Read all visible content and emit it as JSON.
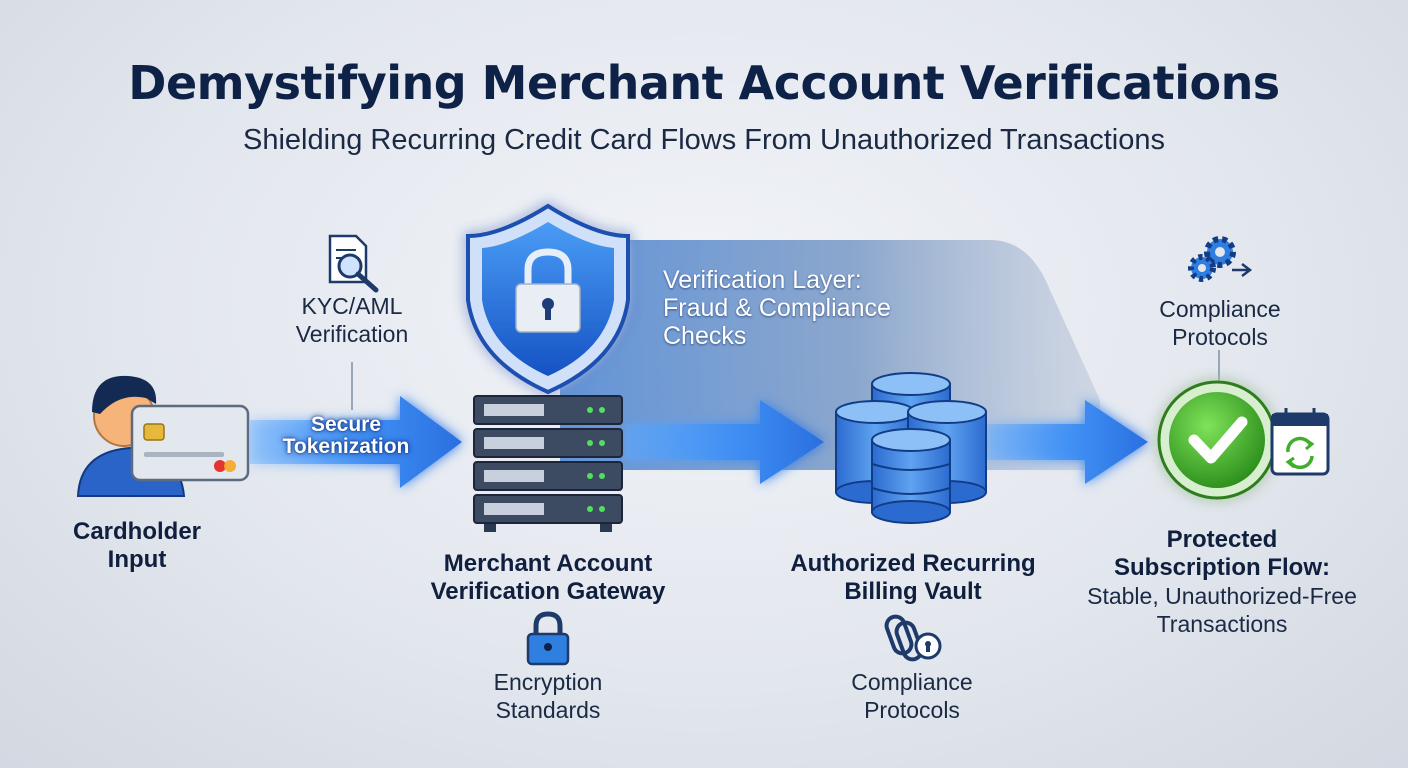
{
  "title": "Demystifying Merchant Account Verifications",
  "subtitle": "Shielding Recurring Credit Card Flows From Unauthorized Transactions",
  "verification_layer": {
    "line1": "Verification Layer:",
    "line2": "Fraud & Compliance",
    "line3": "Checks"
  },
  "kyc": {
    "line1": "KYC/AML",
    "line2": "Verification"
  },
  "tokenization": {
    "line1": "Secure",
    "line2": "Tokenization"
  },
  "cardholder": {
    "line1": "Cardholder",
    "line2": "Input"
  },
  "gateway": {
    "line1": "Merchant Account",
    "line2": "Verification Gateway"
  },
  "encryption": {
    "line1": "Encryption",
    "line2": "Standards"
  },
  "vault": {
    "line1": "Authorized Recurring",
    "line2": "Billing Vault"
  },
  "vault_compliance": {
    "line1": "Compliance",
    "line2": "Protocols"
  },
  "top_compliance": {
    "line1": "Compliance",
    "line2": "Protocols"
  },
  "protected": {
    "line1": "Protected",
    "line2": "Subscription Flow:",
    "line3": "Stable, Unauthorized-Free",
    "line4": "Transactions"
  },
  "colors": {
    "navy": "#0e2247",
    "blue": "#2f7fe0",
    "green": "#3fae2a"
  },
  "icons": [
    "document-search-icon",
    "user-icon",
    "credit-card-icon",
    "shield-lock-icon",
    "server-rack-icon",
    "padlock-icon",
    "database-icon",
    "chain-lock-icon",
    "gears-icon",
    "checkmark-icon",
    "calendar-refresh-icon"
  ]
}
